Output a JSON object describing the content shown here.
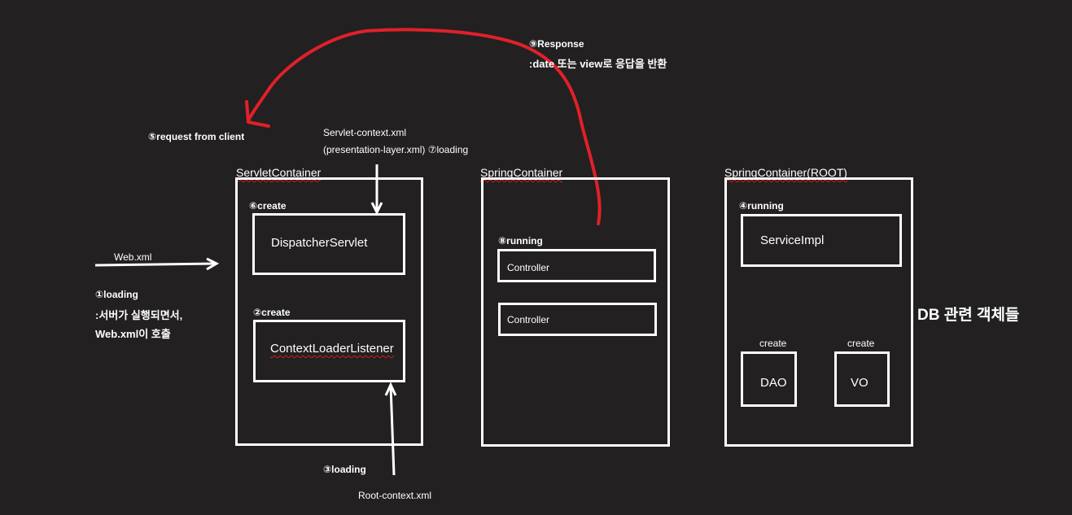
{
  "containers": {
    "servlet": {
      "title": "ServletContainer"
    },
    "spring": {
      "title": "SpringContainer"
    },
    "root": {
      "title": "SpringContainer(ROOT)"
    }
  },
  "servlet_container": {
    "create6": "⑥create",
    "dispatcher": "DispatcherServlet",
    "create2": "②create",
    "context_loader": "ContextLoaderListener"
  },
  "spring_container": {
    "running8": "⑧running",
    "controller_1": "Controller",
    "controller_2": "Controller"
  },
  "root_container": {
    "running4": "④running",
    "service_impl": "ServiceImpl",
    "dao_create": "create",
    "dao": "DAO",
    "vo_create": "create",
    "vo": "VO"
  },
  "annotations": {
    "web_xml": "Web.xml",
    "loading1": "①loading",
    "loading1_desc1": ":서버가 실행되면서,",
    "loading1_desc2": "Web.xml이 호출",
    "request5": "⑤request from client",
    "servlet_context_xml": "Servlet-context.xml",
    "presentation_layer": "(presentation-layer.xml) ⑦loading",
    "response9": "⑨Response",
    "response9_desc": ":date 또는 view로 응답을 반환",
    "loading3": "③loading",
    "root_context_xml": "Root-context.xml",
    "db_objects": "DB 관련 객체들"
  },
  "colors": {
    "background": "#222020",
    "stroke": "#ffffff",
    "response_arrow": "#e0202a",
    "spellcheck_underline": "#d02020"
  }
}
